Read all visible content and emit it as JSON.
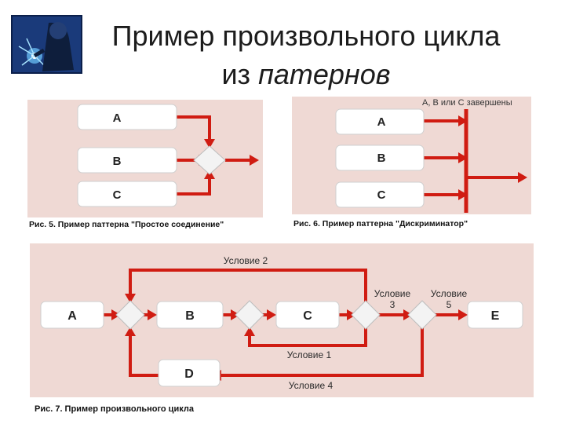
{
  "slide": {
    "title_line1": "Пример произвольного цикла",
    "title_line2_plain": "из ",
    "title_line2_italic": "патернов"
  },
  "fig5": {
    "boxes": [
      "A",
      "B",
      "C"
    ],
    "caption": "Рис. 5. Пример паттерна \"Простое соединение\""
  },
  "fig6": {
    "boxes": [
      "A",
      "B",
      "C"
    ],
    "top_note": "A, B или C завершены",
    "caption": "Рис. 6. Пример паттерна \"Дискриминатор\""
  },
  "fig7": {
    "boxes": {
      "a": "A",
      "b": "B",
      "c": "C",
      "d": "D",
      "e": "E"
    },
    "conditions": {
      "c1": "Условие 1",
      "c2": "Условие 2",
      "c3_line1": "Условие",
      "c3_line2": "3",
      "c4": "Условие 4",
      "c5_line1": "Условие",
      "c5_line2": "5"
    },
    "caption": "Рис. 7. Пример произвольного цикла"
  },
  "colors": {
    "flow_line": "#d01c12",
    "panel_bg": "#efd9d4",
    "box_fill": "#ffffff"
  }
}
